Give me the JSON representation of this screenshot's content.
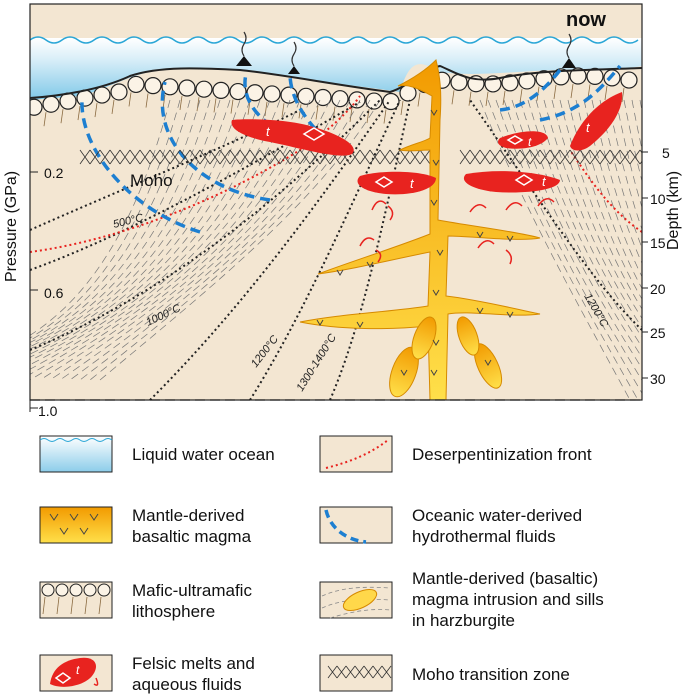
{
  "diagram": {
    "time_label": "now",
    "moho_label": "Moho",
    "melt_letter": "t",
    "pressure_axis": {
      "title": "Pressure (GPa)",
      "ticks": [
        "0.2",
        "0.6",
        "1.0"
      ]
    },
    "depth_axis": {
      "title": "Depth (km)",
      "ticks": [
        "5",
        "10",
        "15",
        "20",
        "25",
        "30"
      ]
    },
    "isotherms": [
      "500°C",
      "1000°C",
      "1200°C",
      "1300-1400°C",
      "1200°C"
    ],
    "colors": {
      "ocean": "#bfe3f3",
      "ocean_surface": "#2aa6d6",
      "lithosphere": "#f3e6d2",
      "magma": "#f5a800",
      "magma_light": "#ffd84a",
      "melt": "#e8231f",
      "fluids": "#1d7fd1",
      "deserp_front": "#e8231f"
    }
  },
  "legend": {
    "items": [
      {
        "label_lines": [
          "Liquid water ocean"
        ]
      },
      {
        "label_lines": [
          "Deserpentinization front"
        ]
      },
      {
        "label_lines": [
          "Mantle-derived",
          "basaltic magma"
        ]
      },
      {
        "label_lines": [
          "Oceanic water-derived",
          "hydrothermal fluids"
        ]
      },
      {
        "label_lines": [
          "Mafic-ultramafic",
          "lithosphere"
        ]
      },
      {
        "label_lines": [
          "Mantle-derived (basaltic)",
          "magma intrusion and sills",
          "in harzburgite"
        ]
      },
      {
        "label_lines": [
          "Felsic melts and",
          "aqueous fluids"
        ]
      },
      {
        "label_lines": [
          "Moho transition zone"
        ]
      }
    ]
  }
}
